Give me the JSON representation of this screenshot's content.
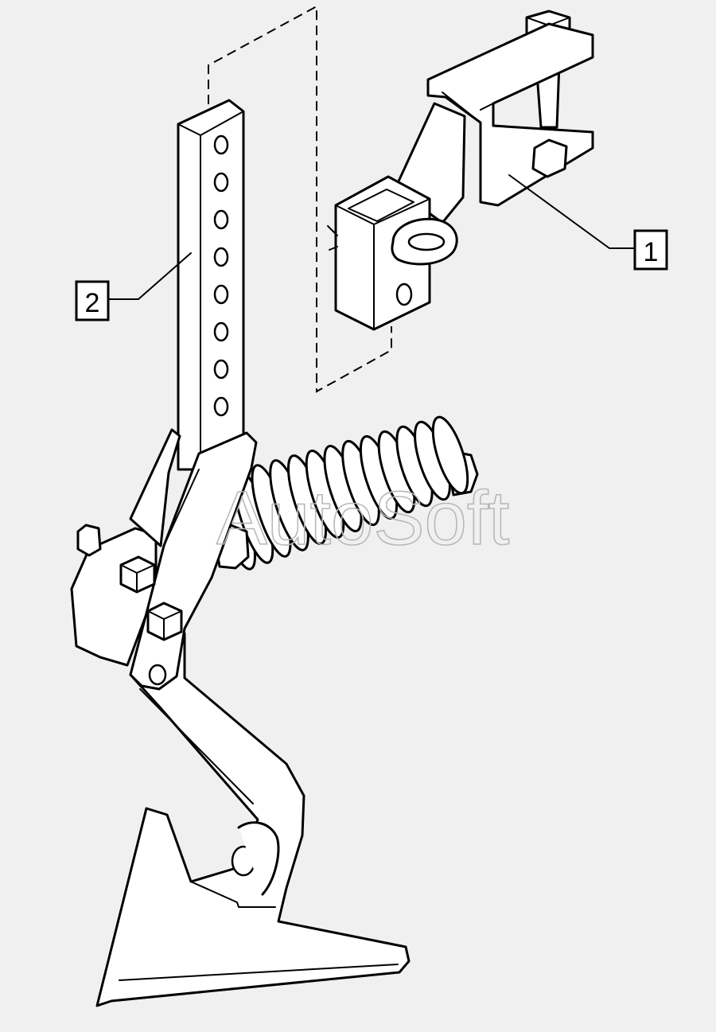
{
  "callouts": [
    {
      "id": "1",
      "text": "1"
    },
    {
      "id": "2",
      "text": "2"
    }
  ],
  "watermark": "AutoSoft",
  "colors": {
    "background": "#f0f0f0",
    "line": "#000000",
    "fill": "#ffffff",
    "watermark": "#b8b8b8"
  }
}
